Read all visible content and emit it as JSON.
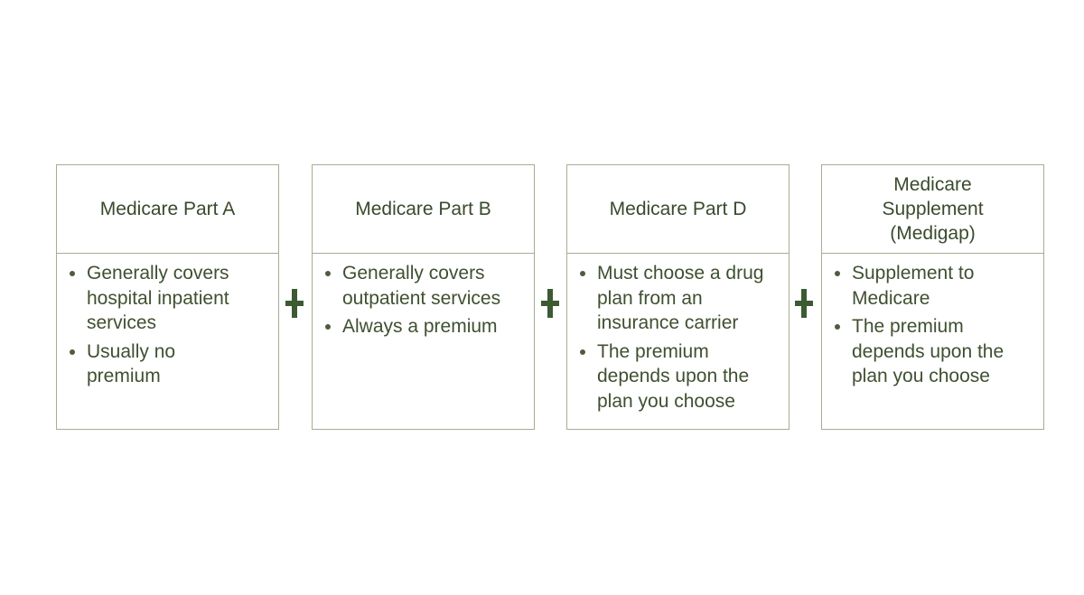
{
  "cards": [
    {
      "title": "Medicare Part A",
      "bullets": [
        "Generally covers\nhospital inpatient\nservices",
        "Usually no\npremium"
      ]
    },
    {
      "title": "Medicare Part B",
      "bullets": [
        "Generally covers\noutpatient services",
        "Always a premium"
      ]
    },
    {
      "title": "Medicare Part D",
      "bullets": [
        "Must choose a drug\nplan from an\ninsurance carrier",
        "The premium\ndepends upon the\nplan you choose"
      ]
    },
    {
      "title": "Medicare\nSupplement\n(Medigap)",
      "bullets": [
        "Supplement to\nMedicare",
        "The premium\ndepends upon the\nplan you choose"
      ]
    }
  ],
  "connector_icon": "plus-icon",
  "colors": {
    "border": "#a5ae92",
    "text": "#3f5030",
    "plus": "#3d5a33"
  }
}
